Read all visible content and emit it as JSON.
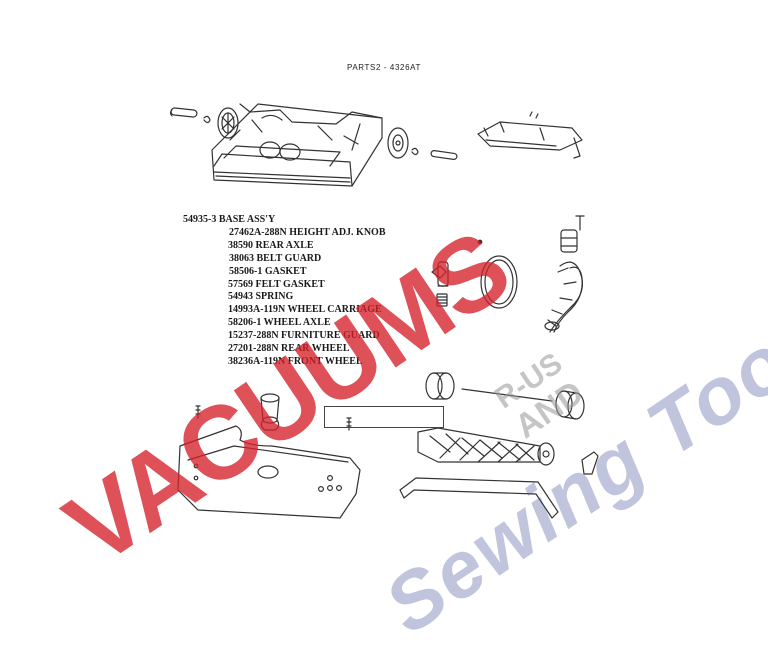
{
  "title": "PARTS2  - 4326AT",
  "parts": {
    "header": "54935-3 BASE ASS'Y",
    "items": [
      "27462A-288N HEIGHT ADJ. KNOB",
      "38590 REAR AXLE",
      "38063 BELT GUARD",
      "58506-1 GASKET",
      "57569 FELT GASKET",
      "54943 SPRING",
      "14993A-119N WHEEL CARRIAGE",
      "58206-1 WHEEL AXLE",
      "15237-288N FURNITURE GUARD",
      "27201-288N REAR WHEEL",
      "38236A-119N FRONT WHEEL"
    ]
  },
  "watermark": {
    "main": "VACUUMS",
    "r_us": "R-US",
    "and": "AND",
    "sewing": "Sewing Too"
  }
}
